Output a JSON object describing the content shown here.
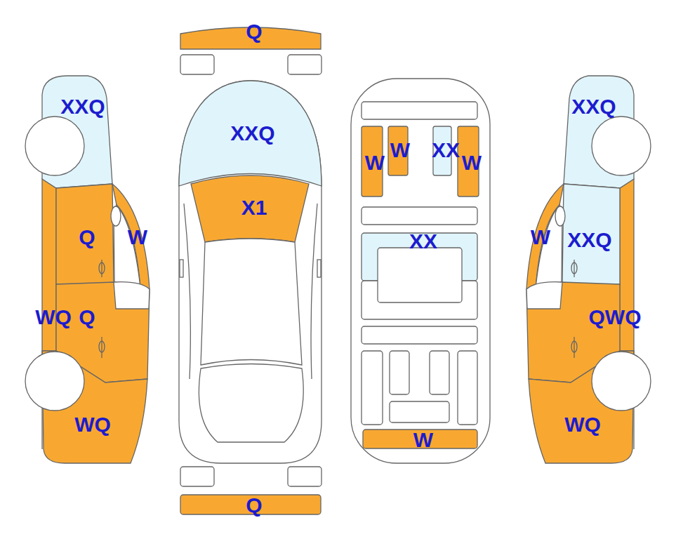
{
  "diagram": {
    "labels": [
      "Q",
      "XXQ",
      "XXQ",
      "XXQ",
      "W",
      "W",
      "XX",
      "W",
      "X1",
      "Q",
      "W",
      "W",
      "XXQ",
      "XX",
      "WQ",
      "Q",
      "QWQ",
      "WQ",
      "W",
      "WQ",
      "Q"
    ]
  }
}
